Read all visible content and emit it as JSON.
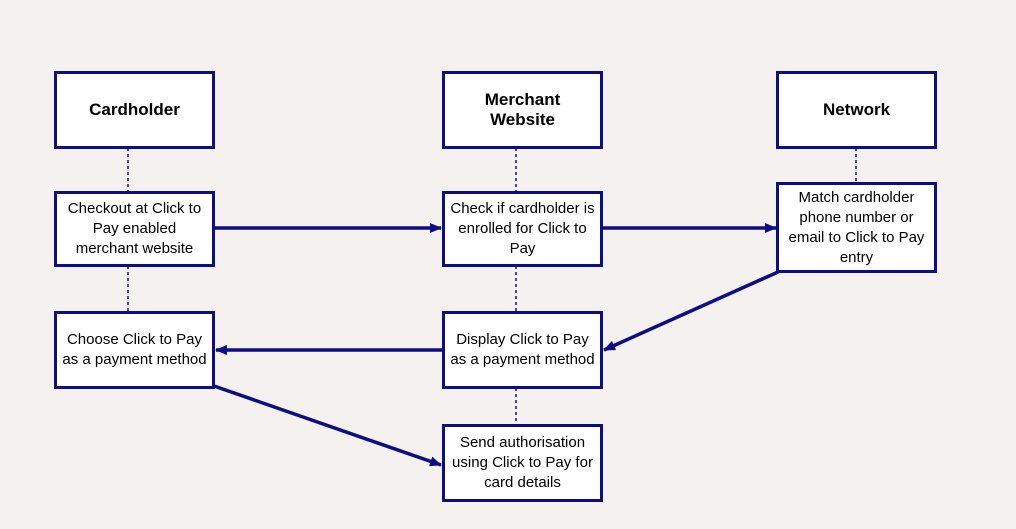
{
  "colors": {
    "background": "#f4f1ef",
    "box_border": "#0d0d85",
    "box_fill": "#ffffff",
    "arrow": "#0d0d85",
    "text": "#000000"
  },
  "lanes": {
    "cardholder": {
      "title": "Cardholder"
    },
    "merchant": {
      "title": "Merchant Website"
    },
    "network": {
      "title": "Network"
    }
  },
  "steps": {
    "checkout": "Checkout at Click to Pay enabled merchant website",
    "check_enrolled": "Check if cardholder is enrolled for Click to Pay",
    "match_entry": "Match cardholder phone number or email to Click to Pay entry",
    "display_option": "Display Click to Pay as a payment method",
    "choose_option": "Choose Click to Pay as a payment method",
    "send_authorisation": "Send authorisation using Click to Pay for card details"
  },
  "flows": [
    {
      "from": "checkout",
      "to": "check_enrolled"
    },
    {
      "from": "check_enrolled",
      "to": "match_entry"
    },
    {
      "from": "match_entry",
      "to": "display_option"
    },
    {
      "from": "display_option",
      "to": "choose_option"
    },
    {
      "from": "choose_option",
      "to": "send_authorisation"
    }
  ]
}
